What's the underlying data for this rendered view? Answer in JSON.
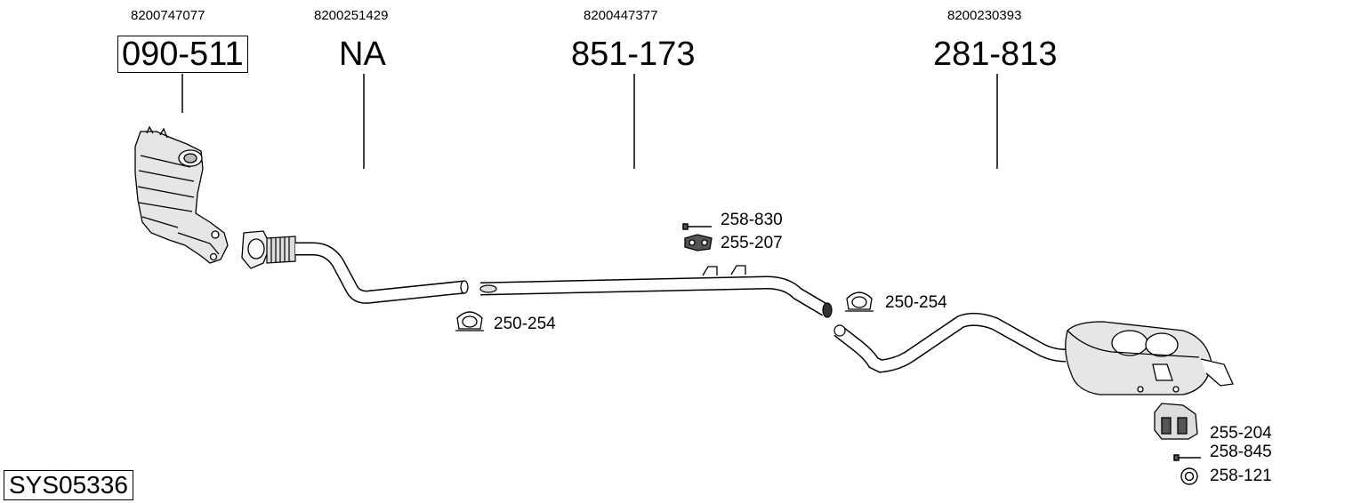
{
  "system_code": "SYS05336",
  "sections": [
    {
      "oem": "8200747077",
      "code": "090-511",
      "boxed": true
    },
    {
      "oem": "8200251429",
      "code": "NA",
      "boxed": false
    },
    {
      "oem": "8200447377",
      "code": "851-173",
      "boxed": false
    },
    {
      "oem": "8200230393",
      "code": "281-813",
      "boxed": false
    }
  ],
  "parts": [
    {
      "label": "258-830",
      "icon": "bolt-icon"
    },
    {
      "label": "255-207",
      "icon": "rubber-hanger-icon"
    },
    {
      "label": "250-254",
      "icon": "pipe-clamp-icon"
    },
    {
      "label": "250-254",
      "icon": "pipe-clamp-icon"
    },
    {
      "label": "255-204",
      "icon": "bracket-icon"
    },
    {
      "label": "258-845",
      "icon": "bolt-icon"
    },
    {
      "label": "258-121",
      "icon": "washer-ring-icon"
    }
  ]
}
